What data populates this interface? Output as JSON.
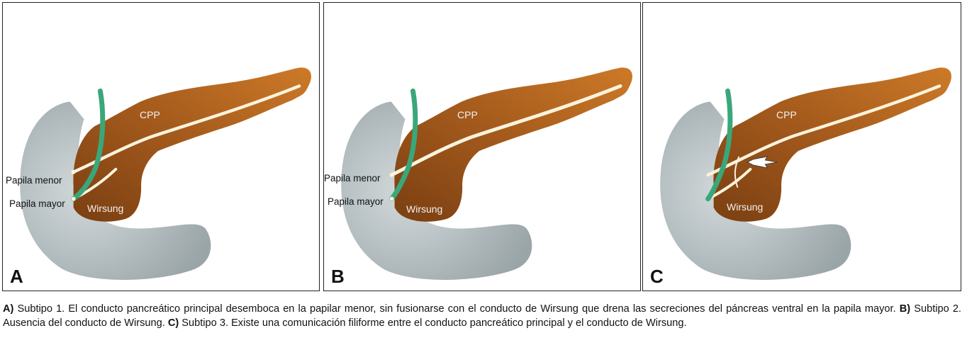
{
  "panels": [
    {
      "letter": "A",
      "labels": {
        "cpp": "CPP",
        "papila_menor": "Papila menor",
        "papila_mayor": "Papila mayor",
        "wirsung": "Wirsung"
      }
    },
    {
      "letter": "B",
      "labels": {
        "cpp": "CPP",
        "papila_menor": "Papila menor",
        "papila_mayor": "Papila mayor",
        "wirsung": "Wirsung"
      }
    },
    {
      "letter": "C",
      "labels": {
        "cpp": "CPP",
        "wirsung": "Wirsung"
      }
    }
  ],
  "caption": {
    "a_label": "A)",
    "a_text": " Subtipo 1. El conducto pancreático principal desemboca en la papilar menor, sin fusionarse con el conducto de Wirsung que drena las secreciones del páncreas ventral en la papila mayor. ",
    "b_label": "B)",
    "b_text": " Subtipo 2. Ausencia del conducto de Wirsung. ",
    "c_label": "C)",
    "c_text": " Subtipo 3. Existe una comunicación filiforme entre el conducto pancreático principal y el conducto de Wirsung."
  },
  "colors": {
    "pancreas": "#b9651e",
    "duodenum": "#b7c0c3",
    "bile_duct": "#3aa77a",
    "duct": "#fbf3dc"
  }
}
